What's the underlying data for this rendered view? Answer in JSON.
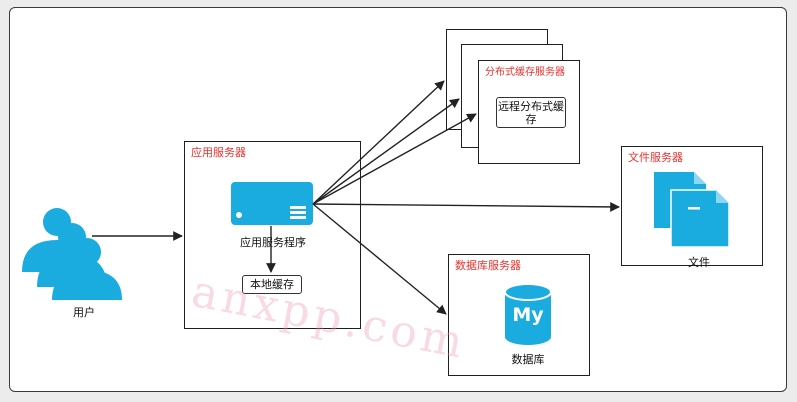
{
  "user": {
    "label": "用户"
  },
  "app_server": {
    "title": "应用服务器",
    "program_label": "应用服务程序",
    "local_cache_label": "本地缓存"
  },
  "cache_server": {
    "title": "分布式缓存服务器",
    "remote_cache_label": "远程分布式缓存"
  },
  "file_server": {
    "title": "文件服务器",
    "file_label": "文件"
  },
  "db_server": {
    "title": "数据库服务器",
    "db_label": "数据库",
    "db_logo_text": "My"
  },
  "watermark": "anxpp.com",
  "colors": {
    "accent": "#1aacdf",
    "title_red": "#e8332f",
    "border": "#1f1f1f"
  }
}
